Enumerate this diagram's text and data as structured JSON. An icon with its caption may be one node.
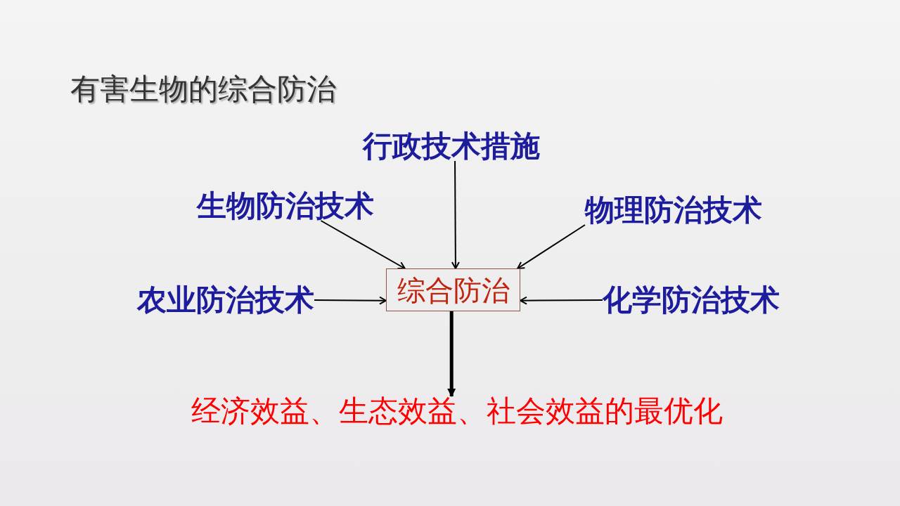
{
  "diagram": {
    "title": "有害生物的综合防治",
    "nodes": [
      {
        "text": [
          "行政技术措施"
        ]
      },
      {
        "text": [
          "生物防治技术"
        ]
      },
      {
        "text": [
          "物理防治技术"
        ]
      },
      {
        "text": [
          "综合防治"
        ]
      },
      {
        "text": [
          "农业防治技术"
        ]
      },
      {
        "text": [
          "化学防治技术"
        ]
      },
      {
        "text": [
          "经济效益、生态效益、社会效益的最优化"
        ]
      }
    ],
    "edges": [
      {
        "from": 0,
        "to": 3,
        "arrow": "to"
      },
      {
        "from": 1,
        "to": 3,
        "arrow": "to"
      },
      {
        "from": 2,
        "to": 3,
        "arrow": "to"
      },
      {
        "from": 4,
        "to": 3,
        "arrow": "to"
      },
      {
        "from": 5,
        "to": 3,
        "arrow": "to"
      },
      {
        "from": 3,
        "to": 6,
        "arrow": "to",
        "style": "thick"
      }
    ]
  }
}
